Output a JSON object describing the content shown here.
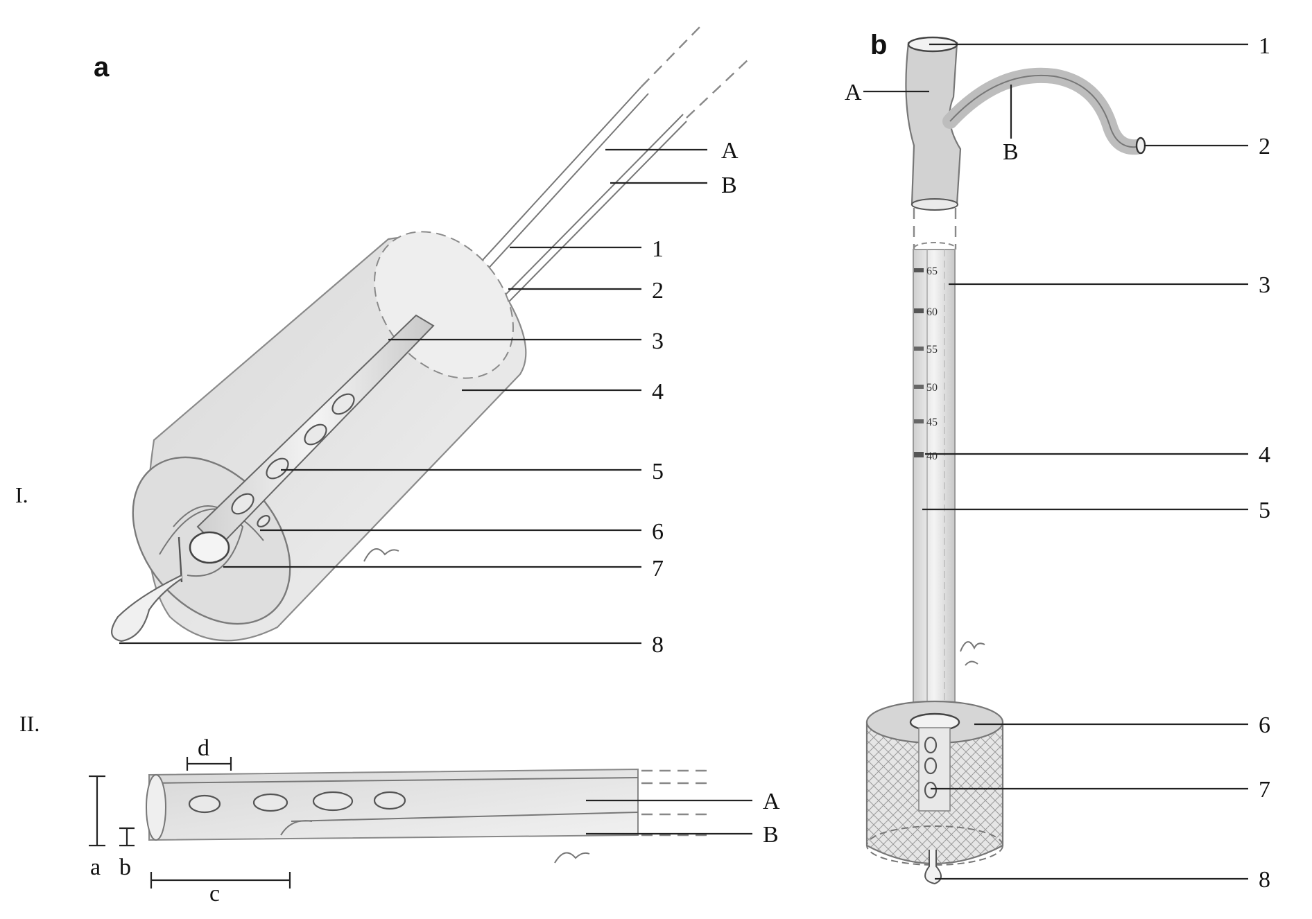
{
  "panel_a": {
    "letter": "a",
    "part_I": {
      "roman": "I.",
      "labels": [
        "A",
        "B",
        "1",
        "2",
        "3",
        "4",
        "5",
        "6",
        "7",
        "8"
      ]
    },
    "part_II": {
      "roman": "II.",
      "labels": [
        "A",
        "B"
      ],
      "dimensions": [
        "a",
        "b",
        "c",
        "d"
      ]
    }
  },
  "panel_b": {
    "letter": "b",
    "labels_left": [
      "A",
      "B"
    ],
    "labels_right": [
      "1",
      "2",
      "3",
      "4",
      "5",
      "6",
      "7",
      "8"
    ],
    "scale_ticks": [
      "65",
      "60",
      "55",
      "50",
      "45",
      "40"
    ]
  },
  "colors": {
    "paper": "#ffffff",
    "pencil": "#777777",
    "ink": "#111111",
    "shade": "#d9d9d9"
  }
}
